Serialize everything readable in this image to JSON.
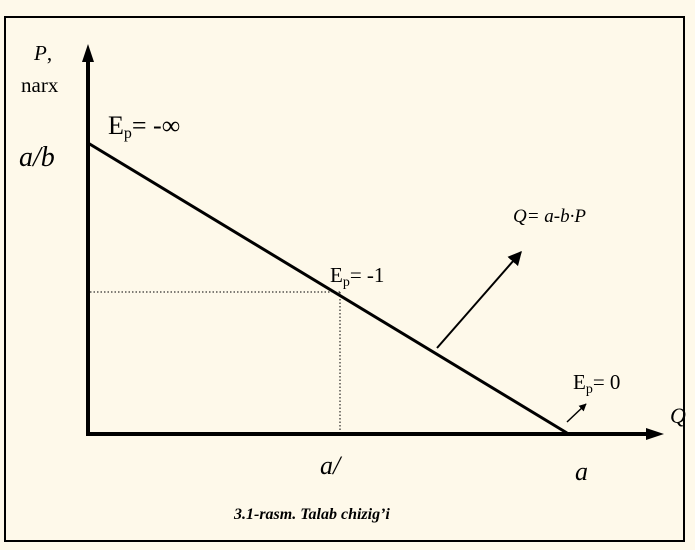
{
  "axes": {
    "y_label_symbol": "P",
    "y_label_comma": ",",
    "y_label_word": "narx",
    "x_label": "Q",
    "y_intercept_label": "a/b",
    "x_intercept_label": "a",
    "x_mid_label": "a/"
  },
  "annotations": {
    "elasticity_base": "E",
    "elasticity_sub": "p",
    "elasticity_top_value": "= -∞",
    "elasticity_mid_value": "= -1",
    "elasticity_bottom_value": "= 0",
    "equation": "Q= a-b·P"
  },
  "caption": "3.1-rasm. Talab chizig’i",
  "colors": {
    "background": "#fef9ea",
    "ink": "#000000"
  }
}
